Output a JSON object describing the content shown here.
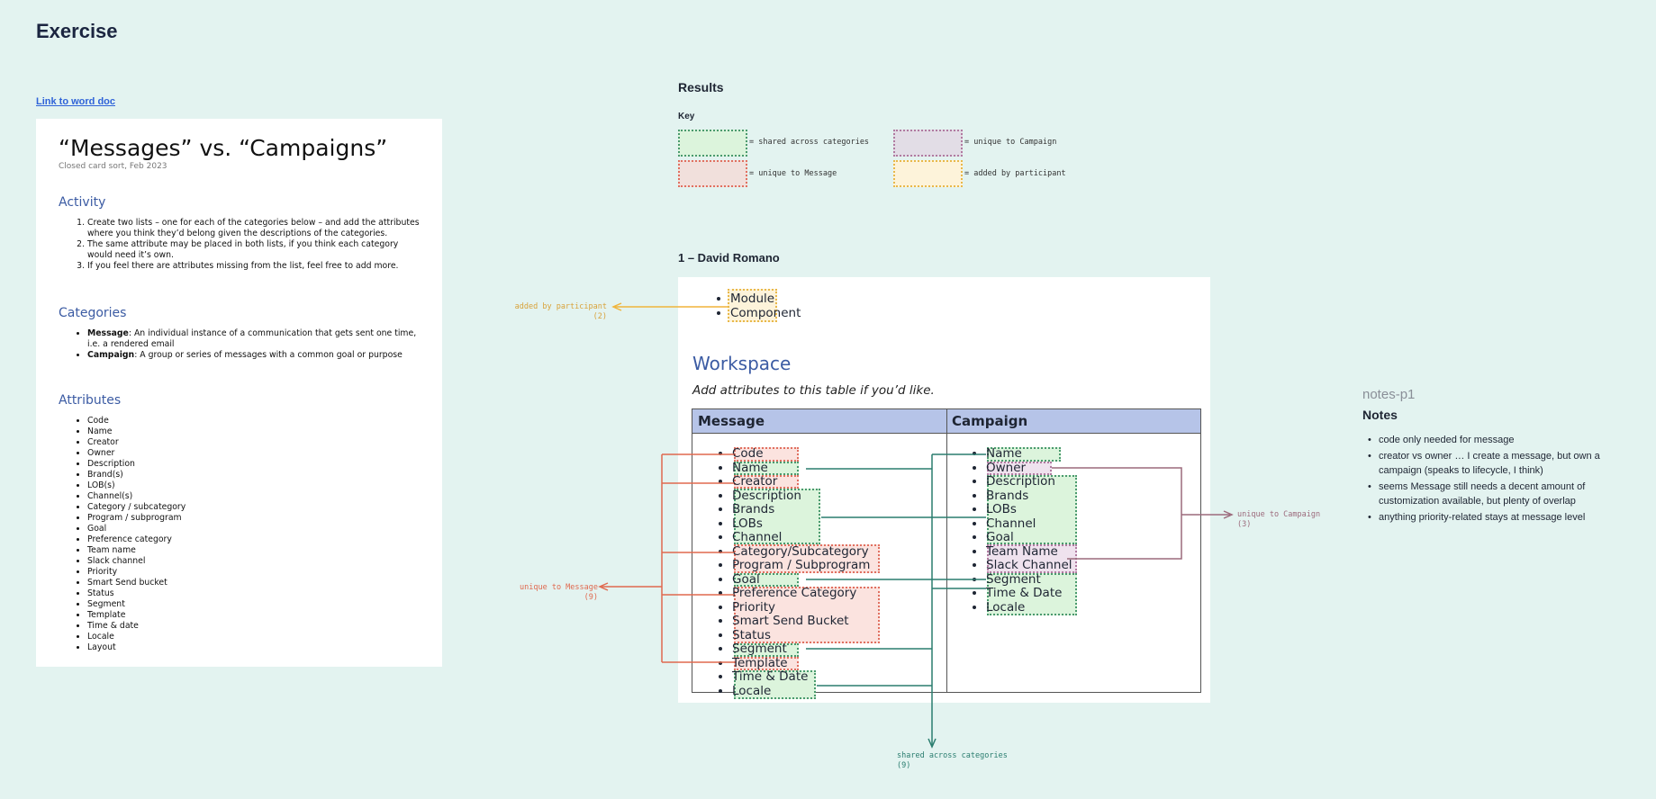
{
  "page": {
    "title": "Exercise",
    "link": "Link to word doc"
  },
  "doc": {
    "title": "“Messages” vs. “Campaigns”",
    "subtitle": "Closed card sort, Feb 2023",
    "activity_heading": "Activity",
    "activity_items": [
      "Create two lists – one for each of the categories below – and add the attributes where you think they’d belong given the descriptions of the categories.",
      "The same attribute may be placed in both lists, if you think each category would need it’s own.",
      "If you feel there are attributes missing from the list, feel free to add more."
    ],
    "categories_heading": "Categories",
    "categories": [
      {
        "term": "Message",
        "desc": ": An individual instance of a communication that gets sent one time, i.e. a rendered email"
      },
      {
        "term": "Campaign",
        "desc": ": A group or series of messages with a common goal or purpose"
      }
    ],
    "attributes_heading": "Attributes",
    "attributes": [
      "Code",
      "Name",
      "Creator",
      "Owner",
      "Description",
      "Brand(s)",
      "LOB(s)",
      "Channel(s)",
      "Category / subcategory",
      "Program / subprogram",
      "Goal",
      "Preference category",
      "Team name",
      "Slack channel",
      "Priority",
      "Smart Send bucket",
      "Status",
      "Segment",
      "Template",
      "Time & date",
      "Locale",
      "Layout"
    ]
  },
  "results": {
    "heading": "Results",
    "key_heading": "Key",
    "key": [
      {
        "label": "= shared across categories",
        "color": "#dcf4dc",
        "border": "#4a9a6e"
      },
      {
        "label": "= unique to Campaign",
        "color": "#e2dde6",
        "border": "#b07aa0"
      },
      {
        "label": "= unique to Message",
        "color": "#f1e0dc",
        "border": "#e07060"
      },
      {
        "label": "= added by participant",
        "color": "#fdf3da",
        "border": "#e8b84a"
      }
    ],
    "participant": "1 – David Romano",
    "added_items": [
      "Module",
      "Component"
    ],
    "workspace_title": "Workspace",
    "workspace_sub": "Add attributes to this table if you’d like.",
    "message_header": "Message",
    "campaign_header": "Campaign",
    "message_items": [
      "Code",
      "Name",
      "Creator",
      "Description",
      "Brands",
      "LOBs",
      "Channel",
      "Category/Subcategory",
      "Program / Subprogram",
      "Goal",
      "Preference Category",
      "Priority",
      "Smart Send Bucket",
      "Status",
      "Segment",
      "Template",
      "Time & Date",
      "Locale"
    ],
    "campaign_items": [
      "Name",
      "Owner",
      "Description",
      "Brands",
      "LOBs",
      "Channel",
      "Goal",
      "Team Name",
      "Slack Channel",
      "Segment",
      "Time & Date",
      "Locale"
    ],
    "annotations": {
      "added_label": "added by participant",
      "added_count": "(2)",
      "msg_label": "unique to Message",
      "msg_count": "(9)",
      "camp_label": "unique to Campaign",
      "camp_count": "(3)",
      "shared_label": "shared across categories",
      "shared_count": "(9)"
    },
    "colors": {
      "shared": "#2a7d6f",
      "message": "#e0694f",
      "campaign": "#9c6a7c",
      "added": "#f0b43a"
    }
  },
  "notes": {
    "small_title": "notes-p1",
    "title": "Notes",
    "items": [
      "code only needed for message",
      "creator vs owner … I create a message, but own a campaign (speaks to lifecycle, I think)",
      "seems Message still needs a decent amount of customization available, but plenty of overlap",
      "anything priority-related stays at message level"
    ]
  }
}
